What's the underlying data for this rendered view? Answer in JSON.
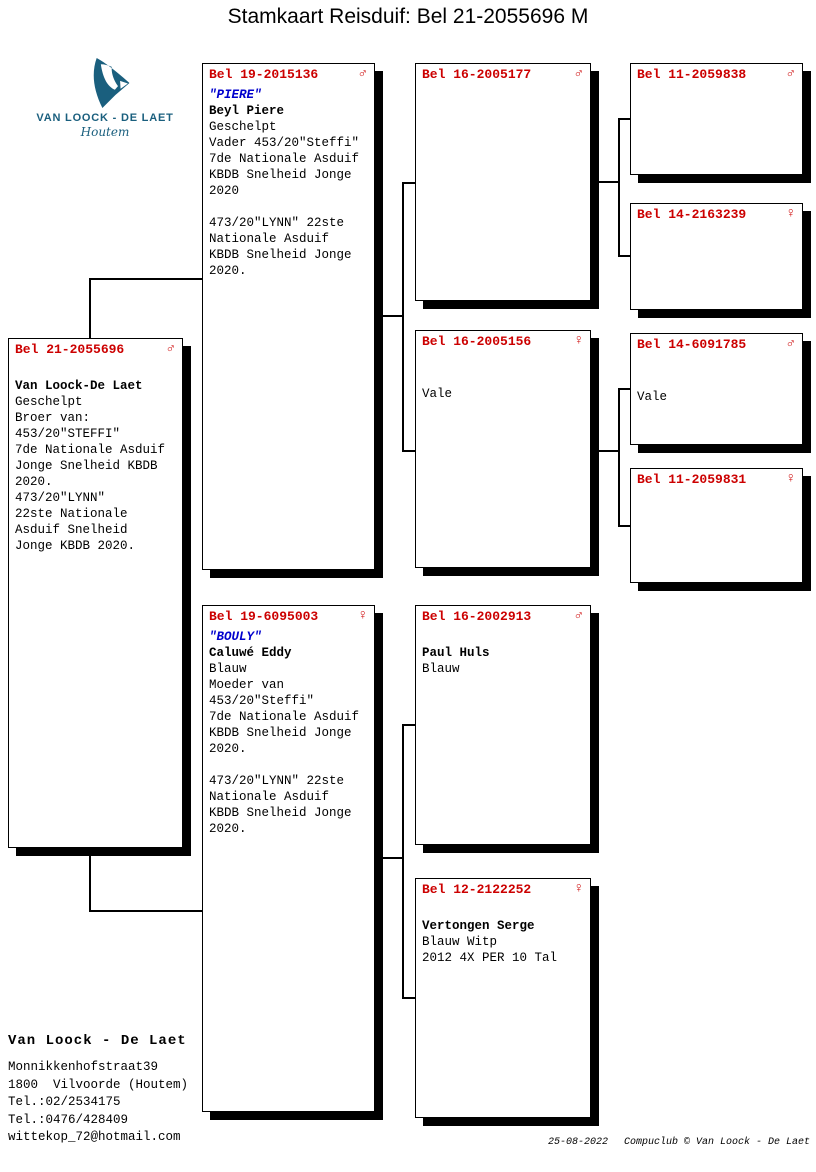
{
  "page": {
    "title": "Stamkaart Reisduif: Bel 21-2055696 M",
    "footer": {
      "date": "25-08-2022",
      "credit": "Compuclub © Van Loock - De Laet"
    }
  },
  "logo": {
    "name": "VAN LOOCK - DE LAET",
    "tagline": "Houtem",
    "color": "#1a5f7e"
  },
  "colors": {
    "ring_red": "#cc0000",
    "nickname_blue": "#0000cd",
    "shadow": "#000000"
  },
  "owner": {
    "name": "Van Loock - De Laet",
    "address_lines": [
      "Monnikkenhofstraat39",
      "1800  Vilvoorde (Houtem)",
      "Tel.:02/2534175",
      "Tel.:0476/428409",
      "wittekop_72@hotmail.com"
    ]
  },
  "boxes": {
    "subject": {
      "ring": "Bel 21-2055696",
      "sex": "♂",
      "lines": [
        {
          "t": ""
        },
        {
          "t": "Van Loock-De Laet",
          "style": "bold"
        },
        {
          "t": "Geschelpt"
        },
        {
          "t": "Broer van:"
        },
        {
          "t": "453/20\"STEFFI\""
        },
        {
          "t": "7de Nationale Asduif"
        },
        {
          "t": "Jonge Snelheid KBDB"
        },
        {
          "t": "2020."
        },
        {
          "t": "473/20\"LYNN\""
        },
        {
          "t": "22ste Nationale"
        },
        {
          "t": "Asduif Snelheid"
        },
        {
          "t": "Jonge KBDB 2020."
        }
      ]
    },
    "father": {
      "ring": "Bel 19-2015136",
      "sex": "♂",
      "lines": [
        {
          "t": "\"PIERE\"",
          "style": "nick"
        },
        {
          "t": "Beyl Piere",
          "style": "bold"
        },
        {
          "t": "Geschelpt"
        },
        {
          "t": "Vader 453/20\"Steffi\""
        },
        {
          "t": "7de Nationale Asduif"
        },
        {
          "t": "KBDB Snelheid Jonge"
        },
        {
          "t": "2020"
        },
        {
          "t": ""
        },
        {
          "t": "473/20\"LYNN\" 22ste"
        },
        {
          "t": "Nationale Asduif"
        },
        {
          "t": "KBDB Snelheid Jonge"
        },
        {
          "t": "2020."
        }
      ]
    },
    "mother": {
      "ring": "Bel 19-6095003",
      "sex": "♀",
      "lines": [
        {
          "t": "\"BOULY\"",
          "style": "nick"
        },
        {
          "t": "Caluwé Eddy",
          "style": "bold"
        },
        {
          "t": "Blauw"
        },
        {
          "t": "Moeder van"
        },
        {
          "t": "453/20\"Steffi\""
        },
        {
          "t": "7de Nationale Asduif"
        },
        {
          "t": "KBDB Snelheid Jonge"
        },
        {
          "t": "2020."
        },
        {
          "t": ""
        },
        {
          "t": "473/20\"LYNN\" 22ste"
        },
        {
          "t": "Nationale Asduif"
        },
        {
          "t": "KBDB Snelheid Jonge"
        },
        {
          "t": "2020."
        }
      ]
    },
    "gp1": {
      "ring": "Bel 16-2005177",
      "sex": "♂",
      "lines": []
    },
    "gp2": {
      "ring": "Bel 16-2005156",
      "sex": "♀",
      "lines": [
        {
          "t": ""
        },
        {
          "t": ""
        },
        {
          "t": "Vale"
        }
      ]
    },
    "gp3": {
      "ring": "Bel 16-2002913",
      "sex": "♂",
      "lines": [
        {
          "t": ""
        },
        {
          "t": "Paul Huls",
          "style": "bold"
        },
        {
          "t": "Blauw"
        }
      ]
    },
    "gp4": {
      "ring": "Bel 12-2122252",
      "sex": "♀",
      "lines": [
        {
          "t": ""
        },
        {
          "t": "Vertongen Serge",
          "style": "bold"
        },
        {
          "t": "Blauw Witp"
        },
        {
          "t": "2012 4X PER 10 Tal"
        }
      ]
    },
    "ggp1": {
      "ring": "Bel 11-2059838",
      "sex": "♂",
      "lines": []
    },
    "ggp2": {
      "ring": "Bel 14-2163239",
      "sex": "♀",
      "lines": []
    },
    "ggp3": {
      "ring": "Bel 14-6091785",
      "sex": "♂",
      "lines": [
        {
          "t": ""
        },
        {
          "t": ""
        },
        {
          "t": "Vale"
        }
      ]
    },
    "ggp4": {
      "ring": "Bel 11-2059831",
      "sex": "♀",
      "lines": []
    }
  }
}
